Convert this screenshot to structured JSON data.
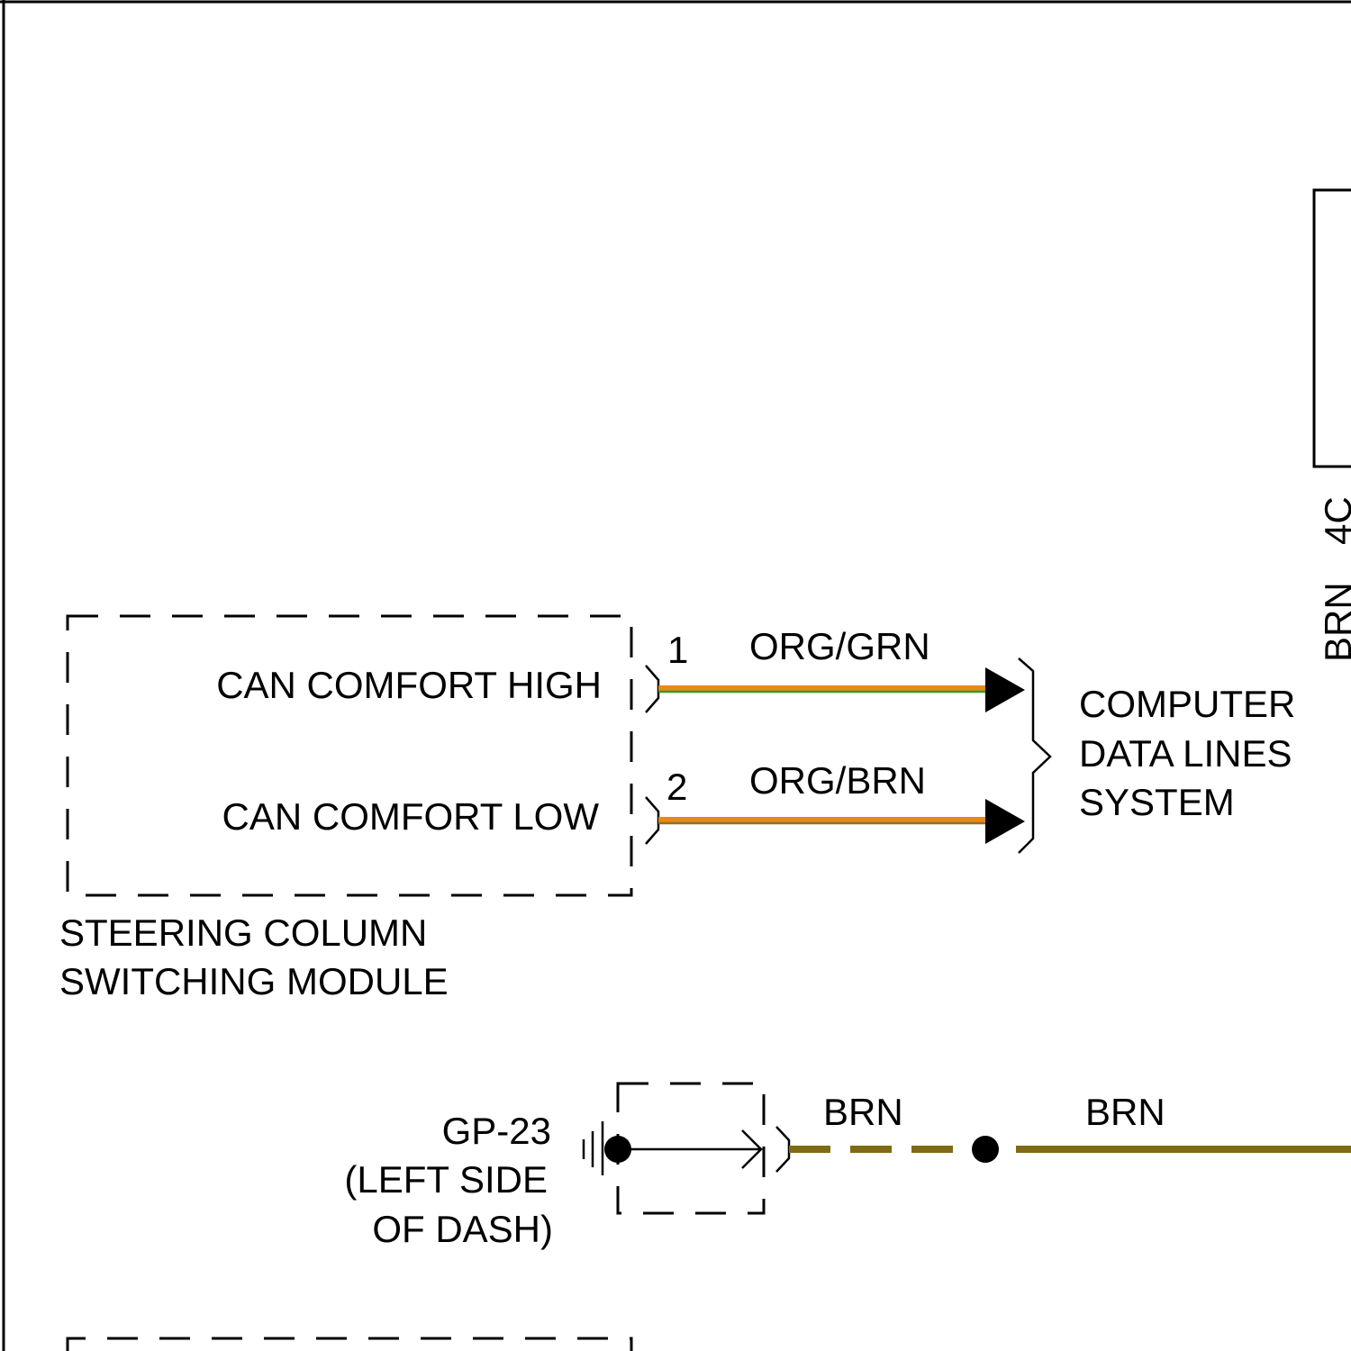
{
  "colors": {
    "org_grn_primary": "#e8891b",
    "org_grn_stripe": "#3d9a1e",
    "org_brn_primary": "#e8891b",
    "org_brn_stripe": "#9a6a1e",
    "brn": "#806a14",
    "line": "#000000"
  },
  "steering_module": {
    "name_line1": "STEERING COLUMN",
    "name_line2": "SWITCHING MODULE",
    "pin1_label": "CAN COMFORT HIGH",
    "pin2_label": "CAN COMFORT LOW",
    "pin1_number": "1",
    "pin2_number": "2"
  },
  "wires": {
    "wire1_color_code": "ORG/GRN",
    "wire2_color_code": "ORG/BRN",
    "ground_wire_left_code": "BRN",
    "ground_wire_right_code": "BRN",
    "right_edge_wire_code": "BRN",
    "right_edge_pin": "4C"
  },
  "destination": {
    "line1": "COMPUTER",
    "line2": "DATA LINES",
    "line3": "SYSTEM"
  },
  "ground": {
    "id": "GP-23",
    "location_line1": "(LEFT SIDE",
    "location_line2": "OF DASH)"
  }
}
